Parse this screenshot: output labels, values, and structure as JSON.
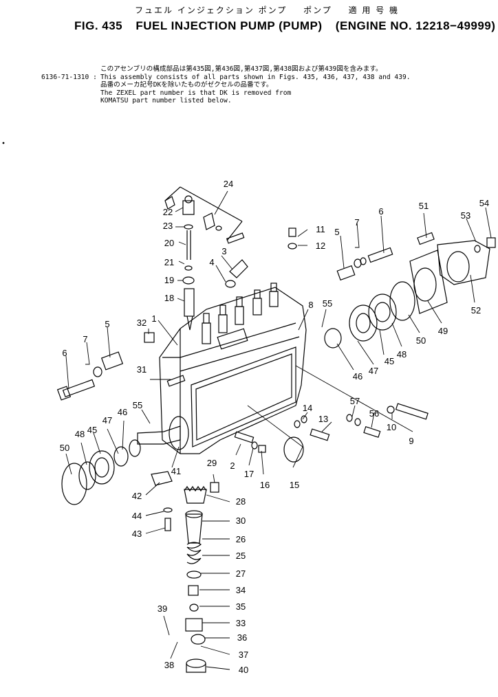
{
  "header": {
    "japanese_title": [
      "フュエル インジェクション ポンプ",
      "ポンプ",
      "適 用 号 機"
    ],
    "figure_number": "FIG. 435",
    "title": "FUEL INJECTION PUMP (PUMP)",
    "engine_range": "(ENGINE NO. 12218−49999)"
  },
  "notes": {
    "assembly_number": "6136-71-1310 :",
    "lines": [
      "このアセンブリの構成部品は第435図,第436図,第437図,第438図および第439図を含みます。",
      "This assembly consists of all parts shown in Figs. 435, 436, 437, 438 and 439.",
      "品番のメーカ記号DKを除いたものがゼクセルの品番です。",
      "The ZEXEL part number is that DK is removed from",
      "KOMATSU part number listed below."
    ]
  },
  "callouts": [
    "1",
    "2",
    "3",
    "4",
    "5",
    "5",
    "6",
    "6",
    "7",
    "7",
    "8",
    "9",
    "10",
    "11",
    "12",
    "13",
    "14",
    "15",
    "16",
    "17",
    "18",
    "19",
    "20",
    "21",
    "22",
    "23",
    "24",
    "25",
    "26",
    "27",
    "28",
    "29",
    "30",
    "31",
    "32",
    "33",
    "34",
    "35",
    "36",
    "37",
    "38",
    "39",
    "40",
    "41",
    "42",
    "43",
    "44",
    "45",
    "45",
    "46",
    "46",
    "47",
    "47",
    "48",
    "48",
    "49",
    "50",
    "50",
    "51",
    "52",
    "53",
    "54",
    "55",
    "55",
    "56",
    "57"
  ]
}
